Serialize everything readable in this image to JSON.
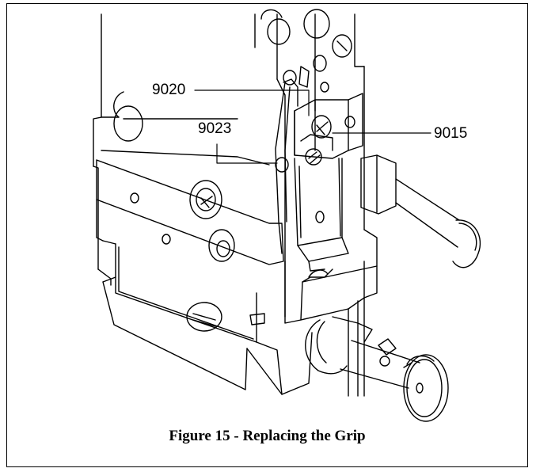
{
  "figure": {
    "callouts": [
      {
        "id": "9020",
        "label": "9020"
      },
      {
        "id": "9023",
        "label": "9023"
      },
      {
        "id": "9015",
        "label": "9015"
      }
    ],
    "caption": "Figure 15 - Replacing the Grip"
  },
  "colors": {
    "line": "#000000",
    "background": "#ffffff"
  }
}
